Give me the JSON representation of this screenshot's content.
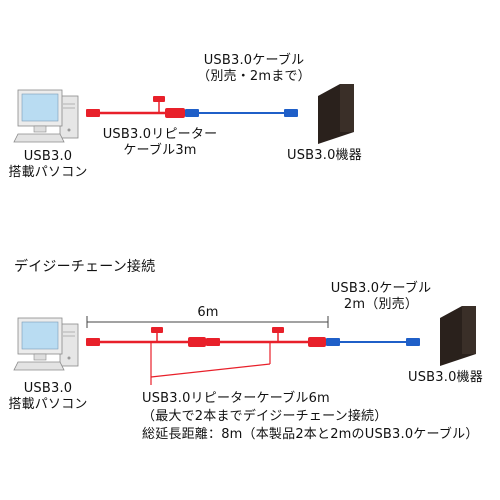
{
  "diagram_top": {
    "pc_label_1": "USB3.0",
    "pc_label_2": "搭載パソコン",
    "repeater_label_1": "USB3.0リピーター",
    "repeater_label_2": "ケーブル3m",
    "usb_cable_label_1": "USB3.0ケーブル",
    "usb_cable_label_2": "（別売・2mまで）",
    "device_label": "USB3.0機器"
  },
  "diagram_bottom": {
    "section_title": "デイジーチェーン接続",
    "length_label": "6m",
    "usb_cable_label_1": "USB3.0ケーブル",
    "usb_cable_label_2": "2m（別売）",
    "pc_label_1": "USB3.0",
    "pc_label_2": "搭載パソコン",
    "device_label": "USB3.0機器",
    "note_1": "USB3.0リピーターケーブル6m",
    "note_2": "（最大で2本までデイジーチェーン接続）",
    "note_3": "総延長距離：8m（本製品2本と2mのUSB3.0ケーブル）"
  },
  "colors": {
    "repeater_cable": "#e8202a",
    "usb_cable": "#1f5fc8",
    "device": "#2a211c",
    "pc_body": "#e6e6e6",
    "pc_screen": "#b9dcf2"
  },
  "icons": [
    "pc-icon",
    "usb-device-icon",
    "usb-a-plug-icon",
    "usb-b-plug-icon",
    "power-plug-icon"
  ]
}
